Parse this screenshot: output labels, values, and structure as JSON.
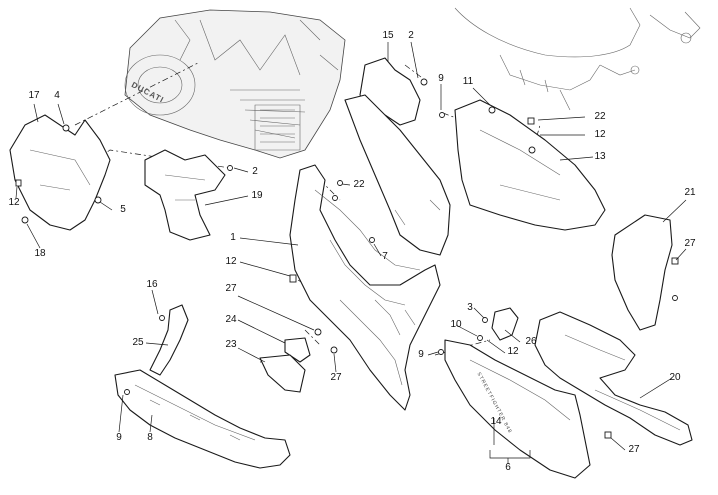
{
  "diagram": {
    "engine_logo": "DUCATI",
    "side_panel_text": "STREETFIGHTER 848",
    "callouts": [
      {
        "id": "c15",
        "label": "15"
      },
      {
        "id": "c2a",
        "label": "2"
      },
      {
        "id": "c9a",
        "label": "9"
      },
      {
        "id": "c11",
        "label": "11"
      },
      {
        "id": "c22a",
        "label": "22"
      },
      {
        "id": "c12a",
        "label": "12"
      },
      {
        "id": "c13",
        "label": "13"
      },
      {
        "id": "c17",
        "label": "17"
      },
      {
        "id": "c4",
        "label": "4"
      },
      {
        "id": "c2b",
        "label": "2"
      },
      {
        "id": "c19",
        "label": "19"
      },
      {
        "id": "c12b",
        "label": "12"
      },
      {
        "id": "c5",
        "label": "5"
      },
      {
        "id": "c18",
        "label": "18"
      },
      {
        "id": "c22b",
        "label": "22"
      },
      {
        "id": "c1",
        "label": "1"
      },
      {
        "id": "c7",
        "label": "7"
      },
      {
        "id": "c21",
        "label": "21"
      },
      {
        "id": "c27a",
        "label": "27"
      },
      {
        "id": "c12c",
        "label": "12"
      },
      {
        "id": "c16",
        "label": "16"
      },
      {
        "id": "c27b",
        "label": "27"
      },
      {
        "id": "c3",
        "label": "3"
      },
      {
        "id": "c10",
        "label": "10"
      },
      {
        "id": "c24",
        "label": "24"
      },
      {
        "id": "c25",
        "label": "25"
      },
      {
        "id": "c26",
        "label": "26"
      },
      {
        "id": "c12d",
        "label": "12"
      },
      {
        "id": "c9b",
        "label": "9"
      },
      {
        "id": "c23",
        "label": "23"
      },
      {
        "id": "c27c",
        "label": "27"
      },
      {
        "id": "c20",
        "label": "20"
      },
      {
        "id": "c9c",
        "label": "9"
      },
      {
        "id": "c8",
        "label": "8"
      },
      {
        "id": "c14",
        "label": "14"
      },
      {
        "id": "c27d",
        "label": "27"
      },
      {
        "id": "c6",
        "label": "6"
      }
    ]
  }
}
